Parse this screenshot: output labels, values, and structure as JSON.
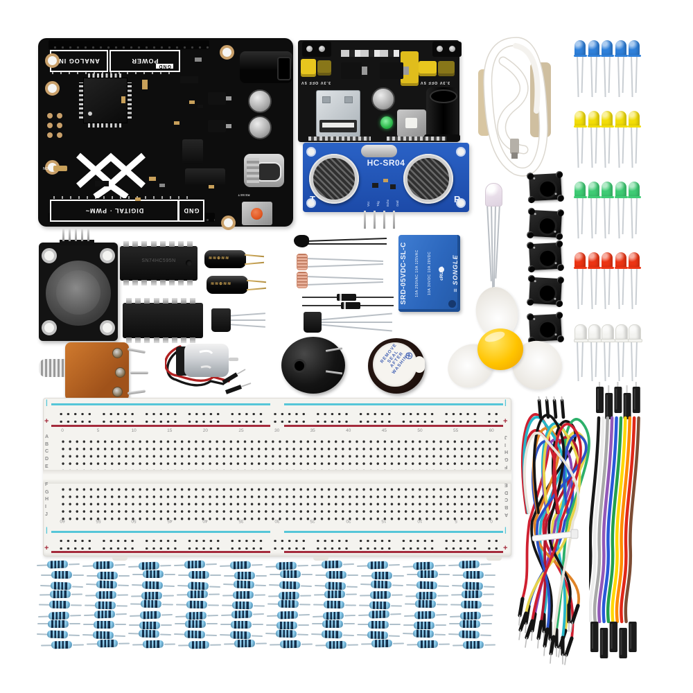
{
  "scene": {
    "description": "Electronics starter kit: microcontroller board, power module, ultrasonic sensor, LEDs, breadboard, resistors and wires",
    "background": "#ffffff"
  },
  "microcontroller_board": {
    "silkscreen": {
      "analog_in": "ANALOG IN",
      "power": "POWER",
      "gnd_top": "GND",
      "digital_pwm": "DIGITAL · PWM~",
      "gnd_bottom": "GND",
      "reset": "RESET",
      "on": "ON"
    },
    "colors": {
      "pcb": "#0d0d0d",
      "pads": "#c9a06a",
      "reset_button": "#e25822"
    }
  },
  "power_module": {
    "rail_label": "3.3V OFF 5V",
    "colors": {
      "pcb": "#141414",
      "jumper": "#e8c61e",
      "led": "#3ec24e"
    }
  },
  "ultrasonic_sensor": {
    "model": "HC-SR04",
    "transmitter_label": "T",
    "receiver_label": "R",
    "pin_labels": [
      "Vcc",
      "Trig",
      "Echo",
      "Gnd"
    ],
    "colors": {
      "pcb": "#2456b4"
    }
  },
  "relay_module": {
    "part_number": "SRD-05VDC-SL-C",
    "brand": "SONGLE",
    "ratings": [
      "10A 250VAC  10A 125VAC",
      "10A 30VDC  10A 28VDC"
    ],
    "cert_marks": "cRUus",
    "color": "#2f6fc6"
  },
  "ic_chips": {
    "part_number": "SN74HC595N"
  },
  "active_buzzer": {
    "sticker_words": [
      "REMOVE",
      "SEAL",
      "AFTER",
      "WASHING"
    ]
  },
  "led_pack": {
    "per_row": 5,
    "rows": [
      {
        "color_name": "blue",
        "hex": "#2f80da"
      },
      {
        "color_name": "yellow",
        "hex": "#f2dd07"
      },
      {
        "color_name": "green",
        "hex": "#3ecb74"
      },
      {
        "color_name": "red",
        "hex": "#ec3413"
      },
      {
        "color_name": "white",
        "hex": "#f3f3f0"
      }
    ]
  },
  "tactile_buttons": {
    "count": 5
  },
  "resistor_pack": {
    "rows": 9,
    "columns": 10,
    "body_color": "#8ccae9",
    "band_color": "#14314e",
    "edge_color": "#6fb3d8",
    "lead_color": "#aebfca"
  },
  "breadboard": {
    "column_numbers": [
      "0",
      "5",
      "10",
      "15",
      "20",
      "25",
      "30",
      "35",
      "40",
      "45",
      "50",
      "55",
      "60"
    ],
    "row_letters_upper": [
      "A",
      "B",
      "C",
      "D",
      "E"
    ],
    "row_letters_lower": [
      "F",
      "G",
      "H",
      "I",
      "J"
    ],
    "plus_sign": "+",
    "rail_tick": "|",
    "colors": {
      "body": "#f4f3ef",
      "rail_blue": "#55c6d8",
      "rail_red": "#a42b3c"
    }
  },
  "jumper_wires": {
    "colors": [
      "#cf2030",
      "#28b6c8",
      "#e8d44a",
      "#2a52c8",
      "#151515",
      "#cf2030",
      "#8a46b4",
      "#2db06a",
      "#e08428",
      "#b01830",
      "#28b6c8",
      "#e8d44a",
      "#2a52c8",
      "#151515",
      "#cf2030",
      "#e8e4da"
    ]
  },
  "ribbon_cable": {
    "colors": [
      "#181818",
      "#ececec",
      "#a8a8a8",
      "#9258b8",
      "#2858d8",
      "#22a04c",
      "#ffd806",
      "#ff8c00",
      "#e02818",
      "#7c4c34"
    ]
  }
}
